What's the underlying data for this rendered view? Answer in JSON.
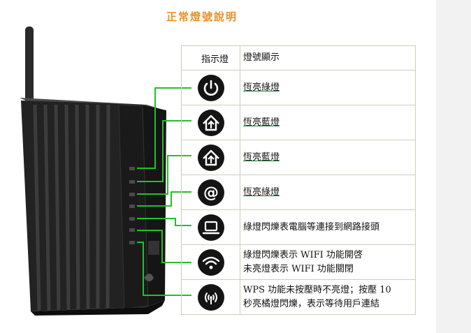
{
  "title": "正常燈號說明",
  "table": {
    "header": {
      "col1": "指示燈",
      "col2": "燈號顯示"
    },
    "rows": [
      {
        "icon": "power-icon",
        "desc": [
          "恆亮綠燈"
        ]
      },
      {
        "icon": "home-upload-icon",
        "desc": [
          "恆亮藍燈"
        ]
      },
      {
        "icon": "home-upload-icon",
        "desc": [
          "恆亮藍燈"
        ]
      },
      {
        "icon": "at-sign-icon",
        "desc": [
          "恆亮綠燈"
        ]
      },
      {
        "icon": "computer-monitor-icon",
        "desc": [
          "綠燈閃爍表電腦等連接到網路接頭"
        ]
      },
      {
        "icon": "wifi-icon",
        "desc": [
          "綠燈閃爍表示 WIFI 功能開啓",
          "未亮燈表示 WIFI 功能關閉"
        ]
      },
      {
        "icon": "wps-antenna-icon",
        "desc": [
          "WPS 功能未按壓時不亮燈；按壓 10",
          "秒亮橘燈閃爍，表示等待用戶連結"
        ]
      }
    ]
  },
  "colors": {
    "title": "#e8912a",
    "connector": "#22c02b",
    "icon_bg": "#141414",
    "border": "#c9d2b8"
  }
}
